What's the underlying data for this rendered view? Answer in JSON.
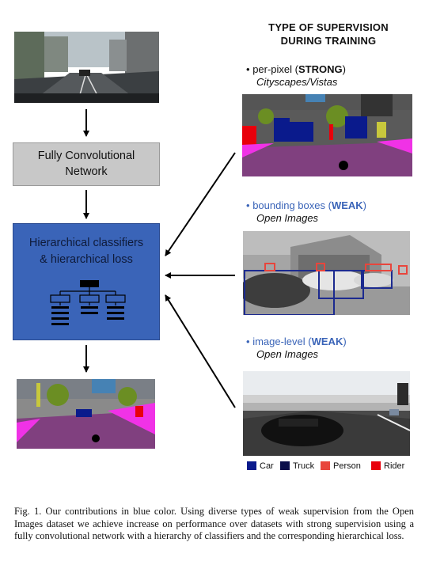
{
  "heading": {
    "line1": "TYPE OF SUPERVISION",
    "line2": "DURING TRAINING"
  },
  "pipeline": {
    "fcn_label_line1": "Fully Convolutional",
    "fcn_label_line2": "Network",
    "hier_label_line1": "Hierarchical classifiers",
    "hier_label_line2": "& hierarchical loss"
  },
  "supervision": [
    {
      "bullet": "•",
      "prefix": "per-pixel (",
      "strength": "STRONG",
      "suffix": ")",
      "dataset": "Cityscapes/Vistas"
    },
    {
      "bullet": "•",
      "prefix": "bounding boxes (",
      "strength": "WEAK",
      "suffix": ")",
      "dataset": "Open Images"
    },
    {
      "bullet": "•",
      "prefix": "image-level (",
      "strength": "WEAK",
      "suffix": ")",
      "dataset": "Open Images"
    }
  ],
  "legend": [
    {
      "label": "Car",
      "color": "#0a1a8c"
    },
    {
      "label": "Truck",
      "color": "#0a0f4a"
    },
    {
      "label": "Person",
      "color": "#e8453c"
    },
    {
      "label": "Rider",
      "color": "#e8000b"
    }
  ],
  "caption": "Fig. 1.   Our contributions in blue color. Using diverse types of weak supervision from the Open Images dataset we achieve increase on performance over datasets with strong supervision using a fully convolutional network with a hierarchy of classifiers and the corresponding hierarchical loss.",
  "colors": {
    "contribution_blue": "#3a64b8",
    "fcn_gray": "#c8c8c8",
    "road_purple": "#80407f",
    "sidewalk_pink": "#f032e6",
    "vegetation_green": "#6b8e23",
    "bbox_car": "#1c2a8f",
    "bbox_person": "#e8453c"
  }
}
